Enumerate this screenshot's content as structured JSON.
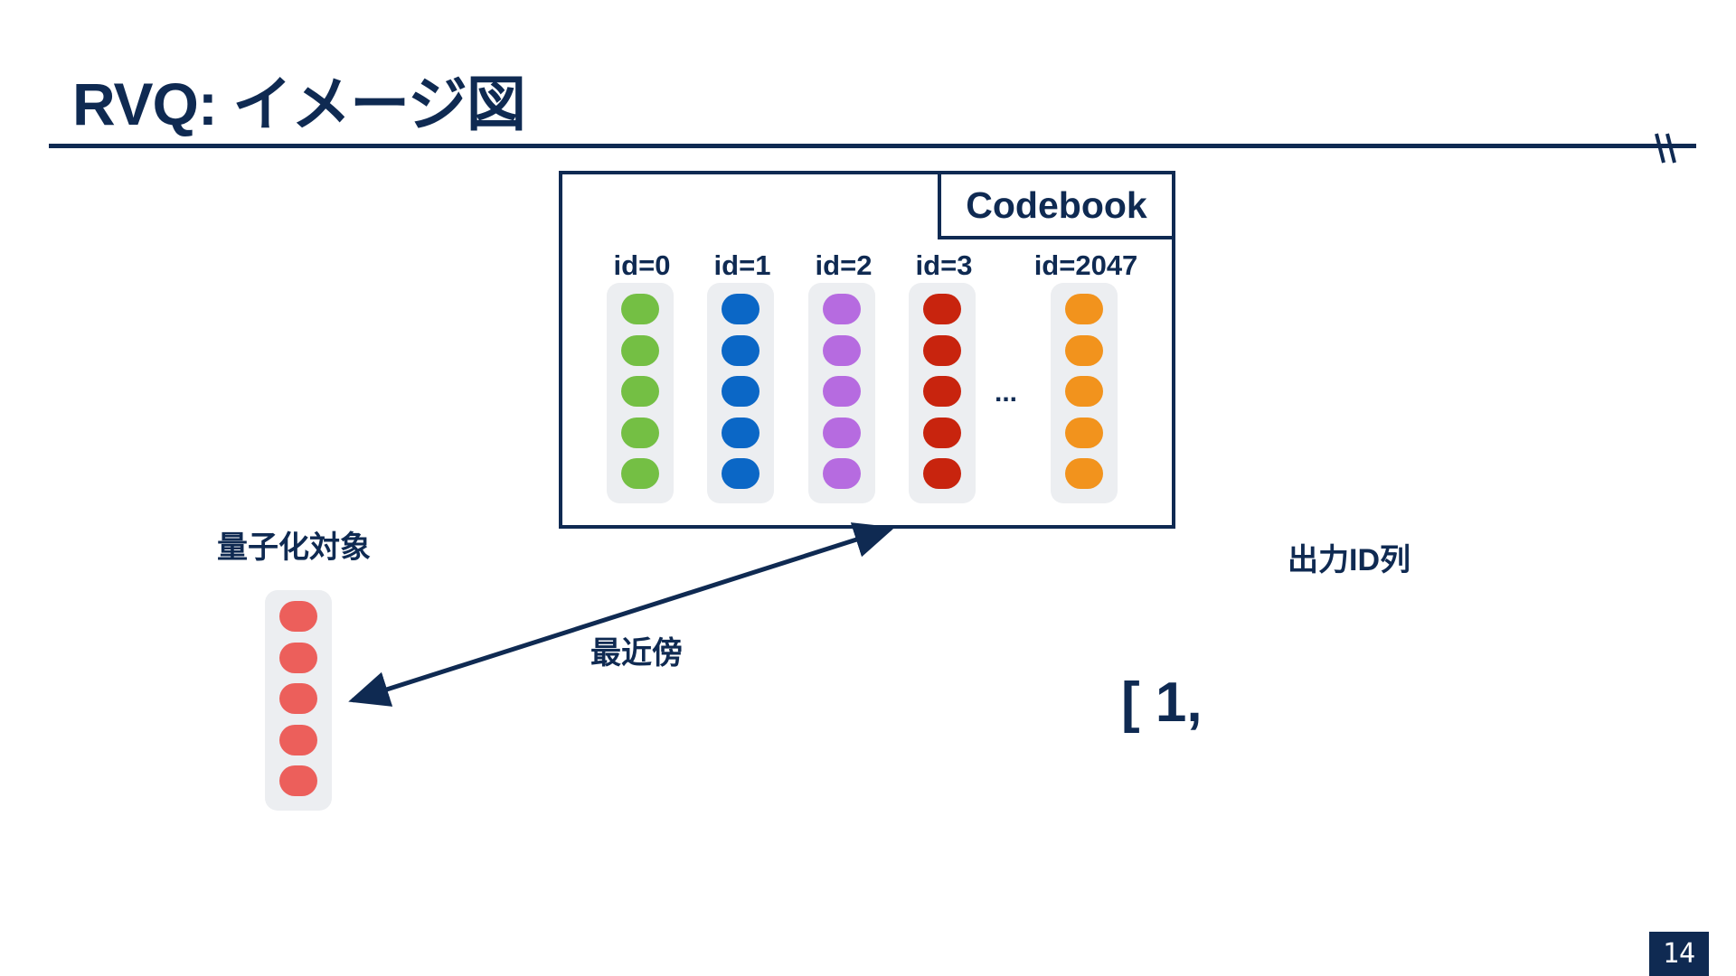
{
  "slide": {
    "title": "RVQ: イメージ図",
    "page_number": "14"
  },
  "codebook": {
    "title": "Codebook",
    "columns": [
      {
        "id_label": "id=0",
        "color": "#74bf44"
      },
      {
        "id_label": "id=1",
        "color": "#0b67c6"
      },
      {
        "id_label": "id=2",
        "color": "#b66be0"
      },
      {
        "id_label": "id=3",
        "color": "#c8240e"
      },
      {
        "id_label": "id=2047",
        "color": "#f2931d"
      }
    ],
    "ellipsis": "..."
  },
  "target": {
    "label": "量子化対象",
    "color": "#ec5f5b"
  },
  "arrow": {
    "label": "最近傍"
  },
  "output": {
    "label": "出力ID列",
    "value": "[ 1,"
  },
  "colors": {
    "navy": "#0f2a52",
    "column_bg": "#eceef1"
  }
}
